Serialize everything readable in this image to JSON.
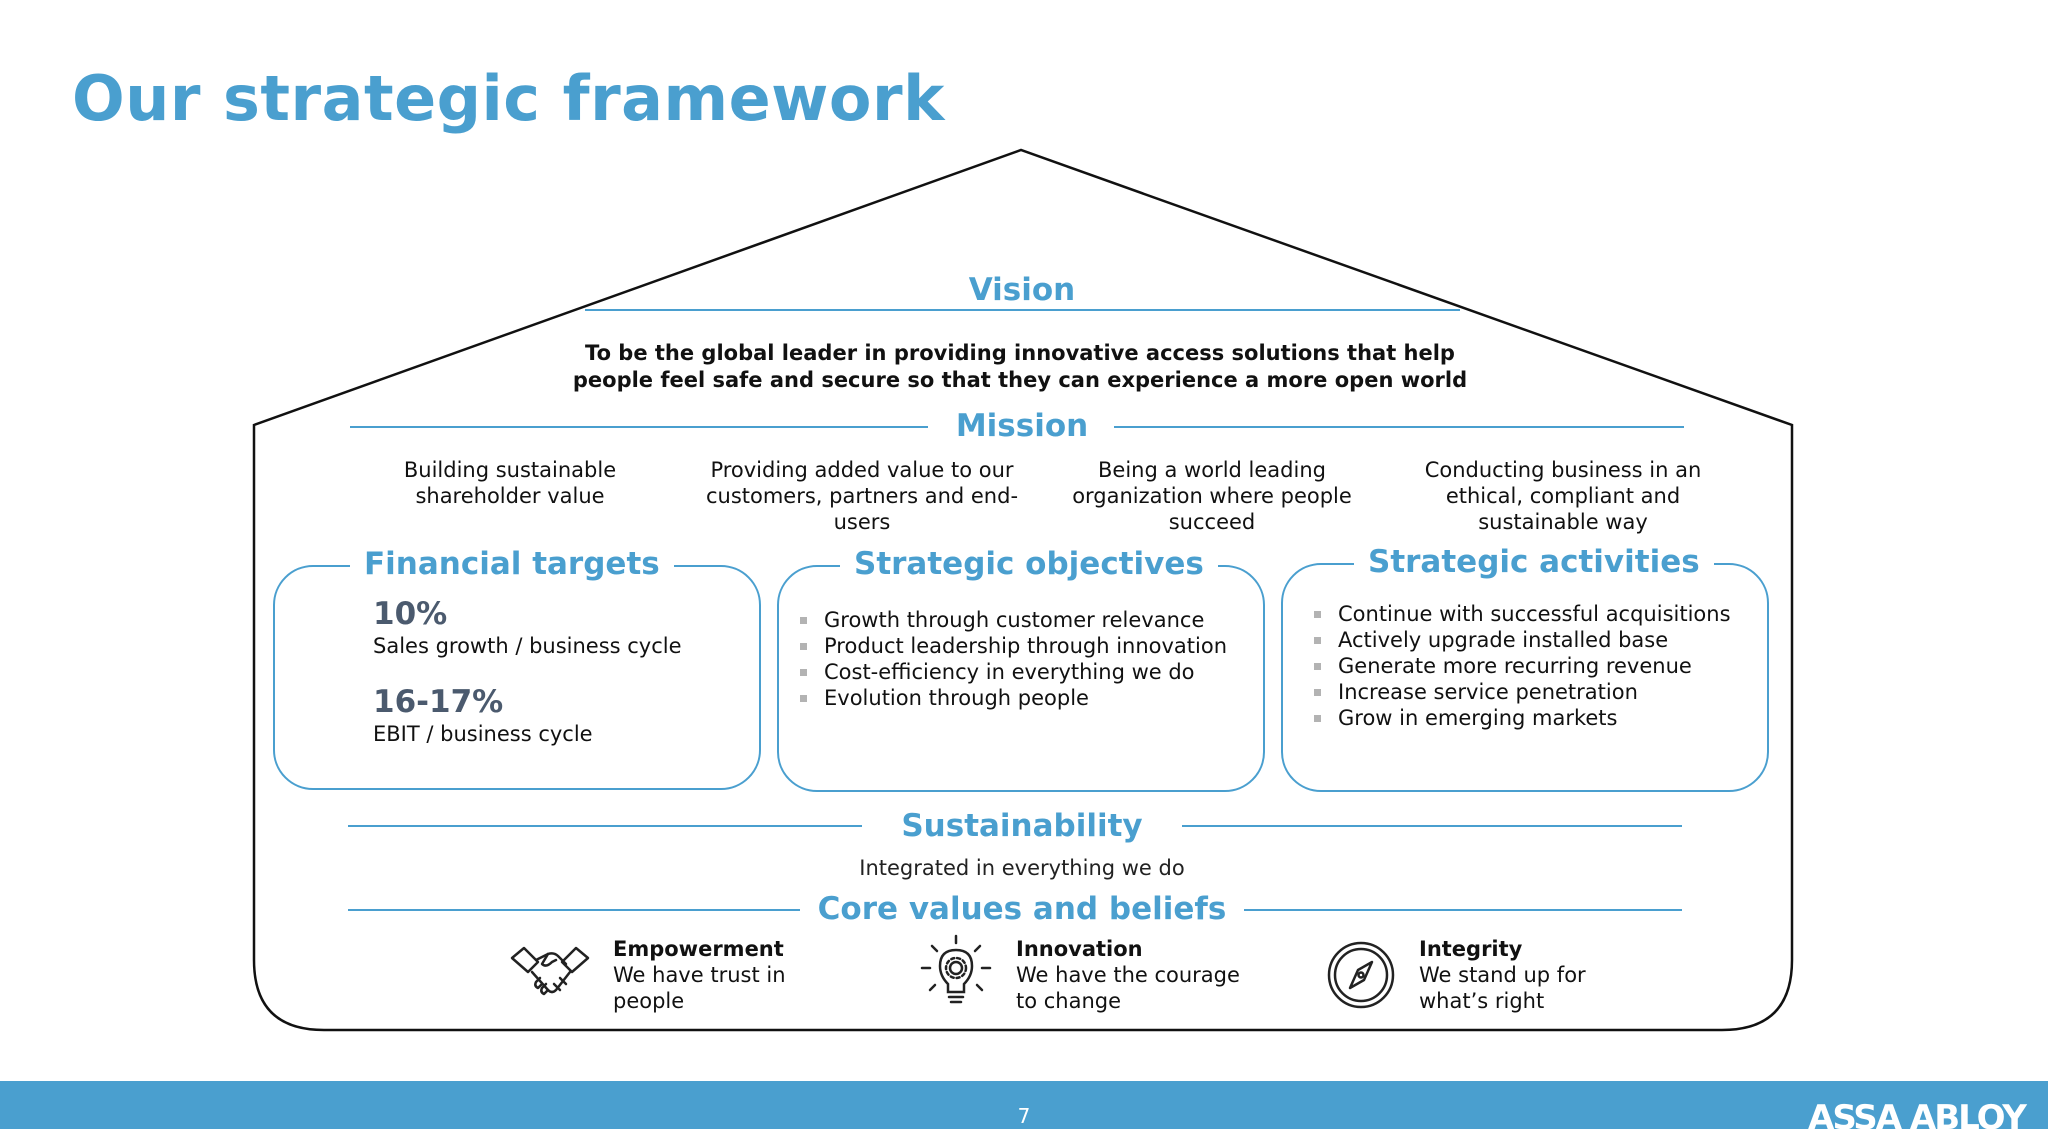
{
  "title": "Our strategic framework",
  "vision": {
    "heading": "Vision",
    "text_line1": "To be the global leader in providing innovative access solutions that help",
    "text_line2": "people feel safe and secure so that they can experience a more open world"
  },
  "mission": {
    "heading": "Mission",
    "items": [
      "Building sustainable shareholder value",
      "Providing added value to our customers, partners and end-users",
      "Being a world leading organization where people succeed",
      "Conducting business in an ethical, compliant and sustainable way"
    ]
  },
  "financial_targets": {
    "heading": "Financial targets",
    "targets": [
      {
        "value": "10%",
        "label": "Sales growth / business cycle"
      },
      {
        "value": "16-17%",
        "label": "EBIT / business cycle"
      }
    ]
  },
  "strategic_objectives": {
    "heading": "Strategic objectives",
    "items": [
      "Growth through customer relevance",
      "Product leadership through innovation",
      "Cost-efficiency in everything we do",
      "Evolution through people"
    ]
  },
  "strategic_activities": {
    "heading": "Strategic activities",
    "items": [
      "Continue with successful acquisitions",
      "Actively upgrade installed base",
      "Generate more recurring revenue",
      "Increase service penetration",
      "Grow in emerging markets"
    ]
  },
  "sustainability": {
    "heading": "Sustainability",
    "text": "Integrated in everything we do"
  },
  "core_values": {
    "heading": "Core values and beliefs",
    "items": [
      {
        "icon": "handshake-icon",
        "title": "Empowerment",
        "line1": "We have trust in",
        "line2": "people"
      },
      {
        "icon": "lightbulb-icon",
        "title": "Innovation",
        "line1": "We have the courage",
        "line2": "to change"
      },
      {
        "icon": "compass-icon",
        "title": "Integrity",
        "line1": "We stand up for",
        "line2": "what’s right"
      }
    ]
  },
  "footer": {
    "page_number": "7",
    "logo_text": "ASSA ABLOY"
  },
  "colors": {
    "accent": "#4a9fcf",
    "number": "#4b5a6e",
    "bullet": "#b3b3b3"
  }
}
